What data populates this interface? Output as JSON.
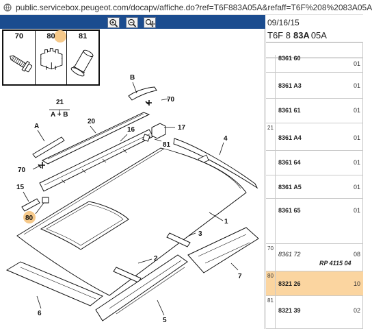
{
  "browser": {
    "url": "public.servicebox.peugeot.com/docapv/affiche.do?ref=T6F883A05A&refaff=T6F%208%2083A05A"
  },
  "toolbar": {
    "zoom_in_icon": "zoom-in-icon",
    "zoom_out_icon": "zoom-out-icon",
    "pan_icon": "pan-move-icon"
  },
  "legend": {
    "items": [
      {
        "num": "70",
        "icon": "screw-icon"
      },
      {
        "num": "80",
        "icon": "clip-icon"
      },
      {
        "num": "81",
        "icon": "plug-icon"
      }
    ],
    "highlight_color": "#f6c98a"
  },
  "diagram": {
    "callouts": [
      "B",
      "70",
      "21",
      "A + B",
      "20",
      "16",
      "17",
      "A",
      "81",
      "4",
      "70",
      "15",
      "80",
      "1",
      "3",
      "2",
      "7",
      "6",
      "5"
    ]
  },
  "table": {
    "date": "09/16/15",
    "code_prefix": "T6F 8",
    "code_bold": "83A",
    "code_suffix": "05A",
    "rows": [
      {
        "idx": "",
        "code": "8361 60",
        "ref": "",
        "qty": "01",
        "selected": false
      },
      {
        "idx": "",
        "code": "8361 A3",
        "ref": "",
        "qty": "01",
        "selected": false
      },
      {
        "idx": "",
        "code": "8361 61",
        "ref": "",
        "qty": "01",
        "selected": false
      },
      {
        "idx": "21",
        "code": "8361 A4",
        "ref": "",
        "qty": "01",
        "selected": false
      },
      {
        "idx": "",
        "code": "8361 64",
        "ref": "",
        "qty": "01",
        "selected": false
      },
      {
        "idx": "",
        "code": "8361 A5",
        "ref": "",
        "qty": "01",
        "selected": false
      },
      {
        "idx": "",
        "code": "8361 65",
        "ref": "",
        "qty": "01",
        "selected": false
      },
      {
        "idx": "70",
        "code": "8361 72",
        "ref": "RP 4115 04",
        "qty": "08",
        "selected": false
      },
      {
        "idx": "80",
        "code": "8321 26",
        "ref": "",
        "qty": "10",
        "selected": true
      },
      {
        "idx": "81",
        "code": "8321 39",
        "ref": "",
        "qty": "02",
        "selected": false
      }
    ],
    "selected_color": "#fbd5a0"
  }
}
